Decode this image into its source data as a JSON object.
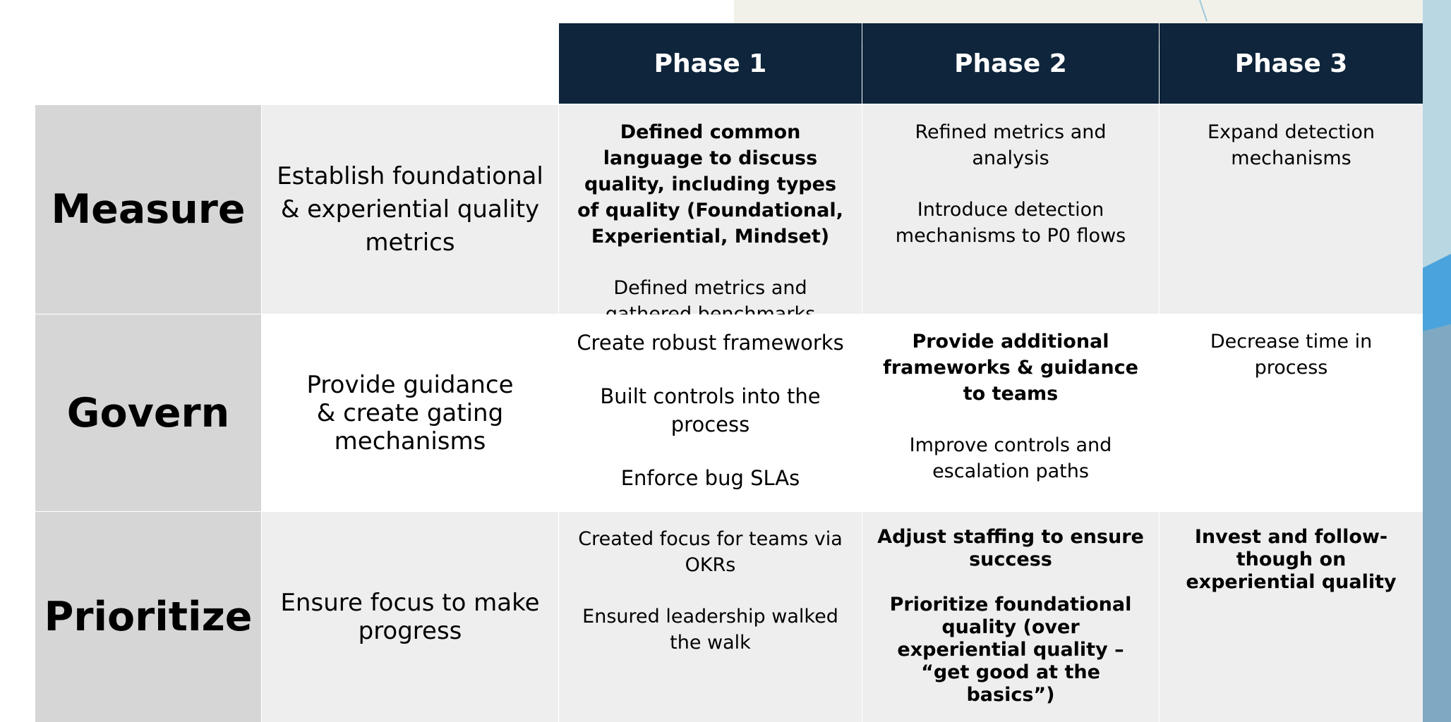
{
  "colors": {
    "header_bg": "#0e253b",
    "header_text": "#ffffff",
    "label_bg": "#d6d6d6",
    "light_cell_bg": "#eeeeee",
    "accent_blue": "#5aaee0"
  },
  "table": {
    "headers": [
      "Phase 1",
      "Phase 2",
      "Phase 3"
    ],
    "rows": [
      {
        "label": "Measure",
        "goal": "Establish foundational\n& experiential quality metrics",
        "phase1": [
          {
            "text": "Defined common language to discuss quality, including types of quality (Foundational, Experiential, Mindset)",
            "bold": true
          },
          {
            "text": "Defined metrics and gathered benchmarks",
            "bold": false
          }
        ],
        "phase2": [
          {
            "text": "Refined metrics and analysis",
            "bold": false
          },
          {
            "text": "Introduce detection mechanisms to P0 flows",
            "bold": false
          }
        ],
        "phase3": [
          {
            "text": "Expand detection mechanisms",
            "bold": false
          }
        ]
      },
      {
        "label": "Govern",
        "goal": "Provide guidance\n& create gating mechanisms",
        "phase1": [
          {
            "text": "Create robust frameworks",
            "bold": false
          },
          {
            "text": "Built controls into the process",
            "bold": false
          },
          {
            "text": "Enforce bug SLAs",
            "bold": false
          }
        ],
        "phase2": [
          {
            "text": "Provide additional frameworks & guidance to teams",
            "bold": true
          },
          {
            "text": "Improve controls and escalation paths",
            "bold": false
          }
        ],
        "phase3": [
          {
            "text": "Decrease time in process",
            "bold": false
          }
        ]
      },
      {
        "label": "Prioritize",
        "goal": "Ensure focus to make progress",
        "phase1": [
          {
            "text": "Created focus for teams via OKRs",
            "bold": false
          },
          {
            "text": "Ensured leadership walked the walk",
            "bold": false
          }
        ],
        "phase2": [
          {
            "text": "Adjust staffing to ensure success",
            "bold": true
          },
          {
            "text": "Prioritize foundational quality (over experiential quality – “get good at the basics”)",
            "bold": true
          }
        ],
        "phase3": [
          {
            "text": "Invest and follow-though on experiential quality",
            "bold": true
          }
        ]
      }
    ]
  }
}
